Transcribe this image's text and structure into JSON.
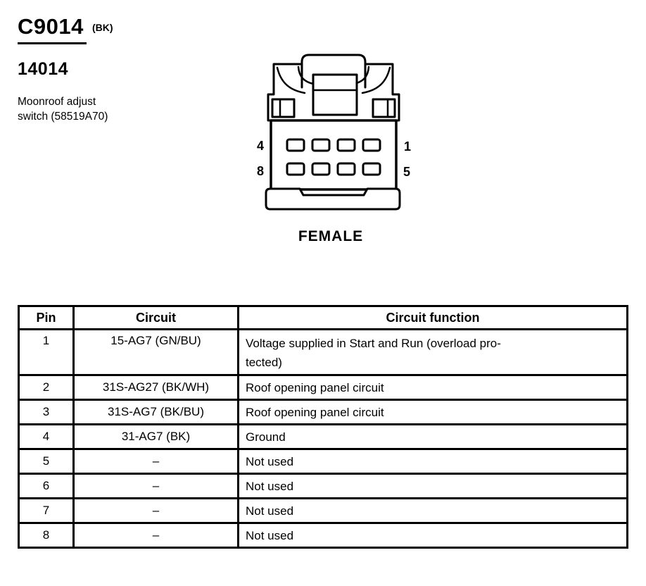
{
  "header": {
    "connector_id": "C9014",
    "color_code": "(BK)",
    "part_number": "14014",
    "description": "Moonroof adjust\nswitch (58519A70)"
  },
  "connector_diagram": {
    "gender_label": "FEMALE",
    "pin_labels": {
      "top_left": "4",
      "top_right": "1",
      "bottom_left": "8",
      "bottom_right": "5"
    }
  },
  "table": {
    "headers": [
      "Pin",
      "Circuit",
      "Circuit function"
    ],
    "rows": [
      {
        "pin": "1",
        "circuit": "15-AG7 (GN/BU)",
        "function": "Voltage supplied in Start and Run (overload pro-\ntected)"
      },
      {
        "pin": "2",
        "circuit": "31S-AG27 (BK/WH)",
        "function": "Roof opening panel circuit"
      },
      {
        "pin": "3",
        "circuit": "31S-AG7 (BK/BU)",
        "function": "Roof opening panel circuit"
      },
      {
        "pin": "4",
        "circuit": "31-AG7 (BK)",
        "function": "Ground"
      },
      {
        "pin": "5",
        "circuit": "–",
        "function": "Not used"
      },
      {
        "pin": "6",
        "circuit": "–",
        "function": "Not used"
      },
      {
        "pin": "7",
        "circuit": "–",
        "function": "Not used"
      },
      {
        "pin": "8",
        "circuit": "–",
        "function": "Not used"
      }
    ]
  }
}
